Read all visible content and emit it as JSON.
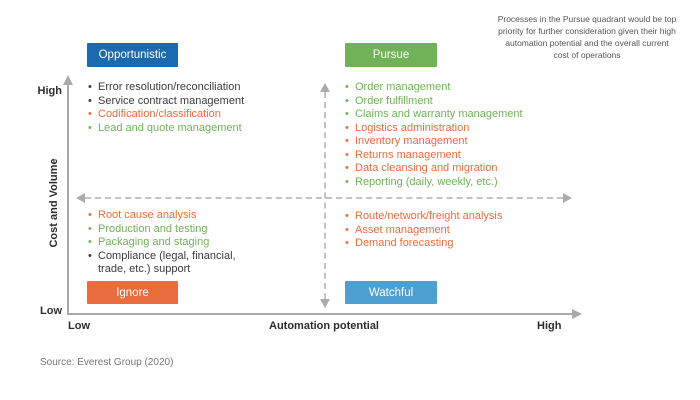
{
  "annotation": {
    "text": "Processes in the Pursue quadrant would be top\npriority for further consideration given their high\nautomation potential and the overall current\ncost of operations"
  },
  "axes": {
    "y": {
      "label": "Cost and Volume",
      "top_label": "High",
      "bottom_label": "Low"
    },
    "x": {
      "label": "Automation potential",
      "left_label": "Low",
      "right_label": "High"
    }
  },
  "palette": {
    "opportunistic_blue": "#1b69ae",
    "pursue_green": "#6fb257",
    "ignore_orange": "#e96c3e",
    "watchful_blue": "#4d9fd2",
    "item_black": "#3b3b3b",
    "item_orange": "#e96c3e",
    "item_green": "#6fb257",
    "axis_gray": "#a9a9a9"
  },
  "quadrants": {
    "opportunistic": {
      "label": "Opportunistic",
      "color": "#1b69ae",
      "items": [
        {
          "text": "Error resolution/reconciliation",
          "color": "black"
        },
        {
          "text": "Service contract management",
          "color": "black"
        },
        {
          "text": "Codification/classification",
          "color": "orange"
        },
        {
          "text": "Lead and quote management",
          "color": "green"
        }
      ]
    },
    "pursue": {
      "label": "Pursue",
      "color": "#6fb257",
      "items": [
        {
          "text": "Order management",
          "color": "green"
        },
        {
          "text": "Order fulfillment",
          "color": "green"
        },
        {
          "text": "Claims and warranty management",
          "color": "green"
        },
        {
          "text": "Logistics administration",
          "color": "orange"
        },
        {
          "text": "Inventory management",
          "color": "orange"
        },
        {
          "text": "Returns management",
          "color": "orange"
        },
        {
          "text": "Data cleansing and migration",
          "color": "orange"
        },
        {
          "text": "Reporting (daily, weekly, etc.)",
          "color": "green"
        }
      ]
    },
    "ignore": {
      "label": "Ignore",
      "color": "#e96c3e",
      "items": [
        {
          "text": "Root cause analysis",
          "color": "orange"
        },
        {
          "text": "Production and testing",
          "color": "green"
        },
        {
          "text": "Packaging and staging",
          "color": "green"
        },
        {
          "text": "Compliance (legal, financial, trade, etc.) support",
          "color": "black"
        }
      ]
    },
    "watchful": {
      "label": "Watchful",
      "color": "#4d9fd2",
      "items": [
        {
          "text": "Route/network/freight analysis",
          "color": "orange"
        },
        {
          "text": "Asset management",
          "color": "orange"
        },
        {
          "text": "Demand forecasting",
          "color": "orange"
        }
      ]
    }
  },
  "source": {
    "text": "Source: Everest Group (2020)"
  }
}
